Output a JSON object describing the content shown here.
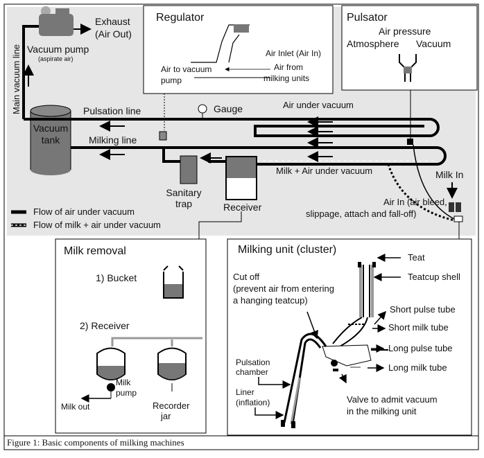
{
  "main": {
    "exhaust": [
      "Exhaust",
      "(Air Out)"
    ],
    "vacuum_pump": "Vacuum pump",
    "aspirate": "(aspirate air)",
    "main_vacuum_line": "Main vacuum line",
    "vacuum_tank": [
      "Vacuum",
      "tank"
    ],
    "pulsation_line": "Pulsation line",
    "milking_line": "Milking line",
    "gauge": "Gauge",
    "air_under_vacuum": "Air under vacuum",
    "milk_air": "Milk + Air under vacuum",
    "sanitary_trap": [
      "Sanitary",
      "trap"
    ],
    "receiver": "Receiver",
    "milk_in": "Milk In",
    "air_in": [
      "Air In (air bleed,",
      "slippage, attach and fall-off)"
    ],
    "legend": [
      "Flow of air under vacuum",
      "Flow of milk + air under vacuum"
    ]
  },
  "regulator": {
    "title": "Regulator",
    "air_inlet": "Air Inlet (Air In)",
    "air_to_pump": [
      "Air to vacuum",
      "pump"
    ],
    "air_from": [
      "Air from",
      "milking units"
    ]
  },
  "pulsator": {
    "title": "Pulsator",
    "air_pressure": "Air pressure",
    "atmosphere": "Atmosphere",
    "vacuum": "Vacuum"
  },
  "milk_removal": {
    "title": "Milk removal",
    "bucket": "1) Bucket",
    "receiver": "2) Receiver",
    "milk_pump": [
      "Milk",
      "pump"
    ],
    "milk_out": "Milk out",
    "recorder_jar": [
      "Recorder",
      "jar"
    ]
  },
  "cluster": {
    "title": "Milking unit (cluster)",
    "teat": "Teat",
    "teatcup_shell": "Teatcup shell",
    "cut_off": [
      "Cut off",
      "(prevent air from entering",
      "a hanging teatcup)"
    ],
    "short_pulse": "Short pulse tube",
    "short_milk": "Short milk tube",
    "long_pulse": "Long pulse tube",
    "long_milk": "Long milk tube",
    "pulsation_chamber": [
      "Pulsation",
      "chamber"
    ],
    "liner": [
      "Liner",
      "(inflation)"
    ],
    "valve": [
      "Valve to admit vacuum",
      "in the milking unit"
    ]
  },
  "caption": "Figure 1:  Basic components of milking machines",
  "colors": {
    "background_gray": "#e6e6e6",
    "equipment": "#707070"
  }
}
